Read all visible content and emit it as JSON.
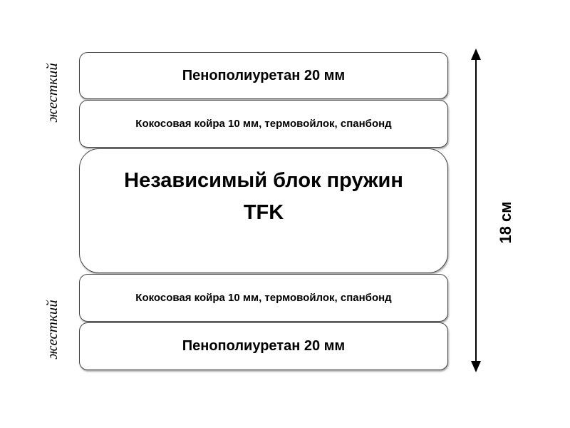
{
  "layers": {
    "top_foam": "Пенополиуретан 20 мм",
    "top_coir": "Кокосовая койра 10 мм, термовойлок, спанбонд",
    "spring_block": "Независимый блок пружин TFK",
    "bottom_coir": "Кокосовая койра 10 мм, термовойлок, спанбонд",
    "bottom_foam": "Пенополиуретан 20 мм"
  },
  "side_labels": {
    "top": "жесткий",
    "bottom": "жесткий"
  },
  "dimension": {
    "height": "18 см"
  }
}
